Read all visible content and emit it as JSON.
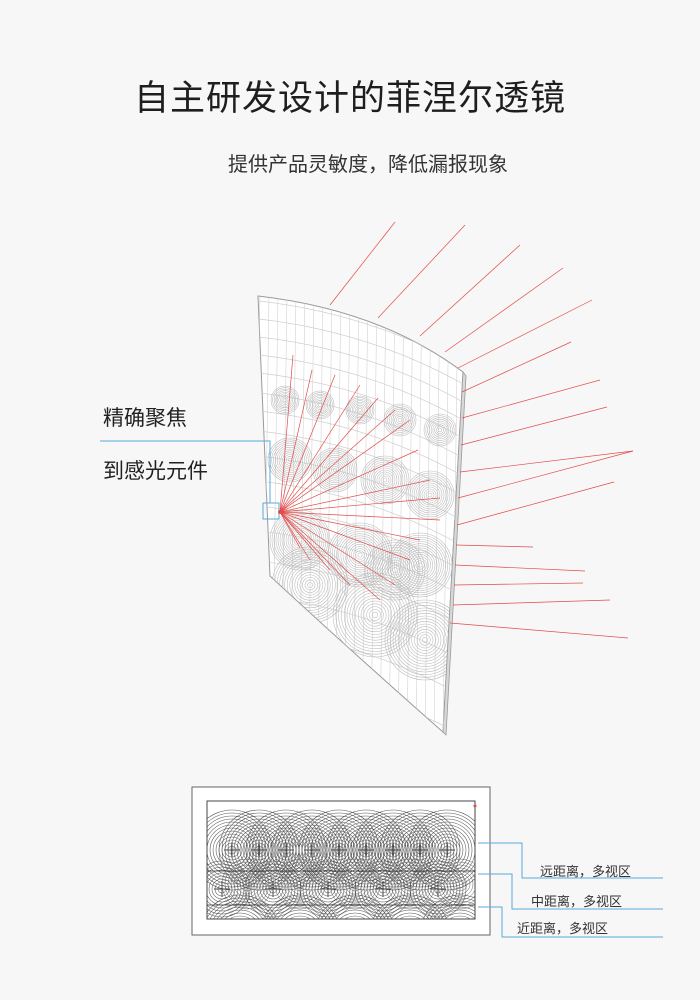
{
  "header": {
    "title": "自主研发设计的菲涅尔透镜",
    "subtitle": "提供产品灵敏度，降低漏报现象"
  },
  "lens_callout": {
    "line1": "精确聚焦",
    "line2": "到感光元件"
  },
  "zones": [
    {
      "label": "远距离，多视区"
    },
    {
      "label": "中距离，多视区"
    },
    {
      "label": "近距离，多视区"
    }
  ],
  "colors": {
    "ray": "#e34b4b",
    "leader": "#5aa9d6",
    "lens_line": "#b9b9b9",
    "background": "#f7f7f7"
  }
}
